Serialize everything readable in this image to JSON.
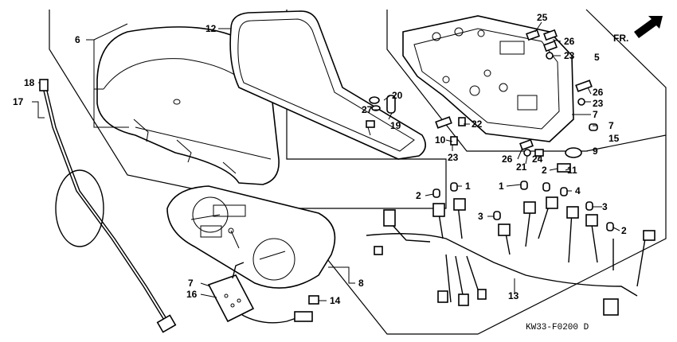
{
  "diagram": {
    "drawing_code": "KW33-F0200 D",
    "front_marker": "FR.",
    "callouts": [
      {
        "id": "c1",
        "text": "6"
      },
      {
        "id": "c2",
        "text": "12"
      },
      {
        "id": "c3",
        "text": "25"
      },
      {
        "id": "c4",
        "text": "26"
      },
      {
        "id": "c5",
        "text": "23"
      },
      {
        "id": "c6",
        "text": "5"
      },
      {
        "id": "c7",
        "text": "26"
      },
      {
        "id": "c8",
        "text": "23"
      },
      {
        "id": "c9",
        "text": "7"
      },
      {
        "id": "c10",
        "text": "18"
      },
      {
        "id": "c11",
        "text": "17"
      },
      {
        "id": "c12",
        "text": "20"
      },
      {
        "id": "c13",
        "text": "27"
      },
      {
        "id": "c14",
        "text": "19"
      },
      {
        "id": "c15",
        "text": "22"
      },
      {
        "id": "c16",
        "text": "10"
      },
      {
        "id": "c17",
        "text": "23"
      },
      {
        "id": "c18",
        "text": "7"
      },
      {
        "id": "c19",
        "text": "15"
      },
      {
        "id": "c20",
        "text": "9"
      },
      {
        "id": "c21",
        "text": "26"
      },
      {
        "id": "c22",
        "text": "21"
      },
      {
        "id": "c23",
        "text": "24"
      },
      {
        "id": "c24",
        "text": "2"
      },
      {
        "id": "c25",
        "text": "11"
      },
      {
        "id": "c26",
        "text": "2"
      },
      {
        "id": "c27",
        "text": "1"
      },
      {
        "id": "c28",
        "text": "1"
      },
      {
        "id": "c29",
        "text": "4"
      },
      {
        "id": "c30",
        "text": "3"
      },
      {
        "id": "c31",
        "text": "3"
      },
      {
        "id": "c32",
        "text": "2"
      },
      {
        "id": "c33",
        "text": "8"
      },
      {
        "id": "c34",
        "text": "7"
      },
      {
        "id": "c35",
        "text": "16"
      },
      {
        "id": "c36",
        "text": "14"
      },
      {
        "id": "c37",
        "text": "13"
      }
    ]
  }
}
